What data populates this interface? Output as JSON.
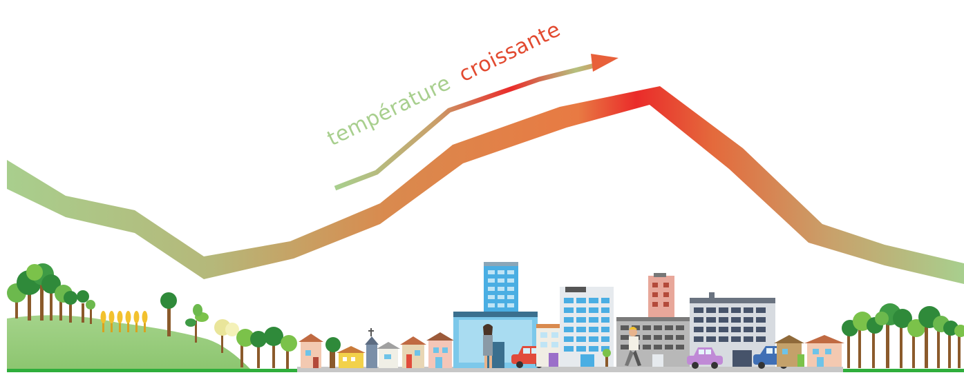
{
  "caption": {
    "word_cool": "température",
    "word_hot": "croissante"
  },
  "colors": {
    "cool": "#a8cf8e",
    "warm": "#d98a4e",
    "hot": "#e8352a",
    "grass": "#9bce7d",
    "ground_green": "#2fae3c",
    "road": "#c7c7c7",
    "tree_dark": "#2f8a3a",
    "tree_light": "#7bc24a",
    "trunk": "#8b5a2b",
    "wheat": "#f2c12e"
  },
  "icons": {
    "arrow": "rising-arrow-icon",
    "curve": "temperature-curve",
    "people": [
      "woman-icon",
      "man-walking-icon"
    ],
    "vehicles": [
      "red-car-icon",
      "pink-car-icon",
      "blue-car-icon"
    ]
  }
}
